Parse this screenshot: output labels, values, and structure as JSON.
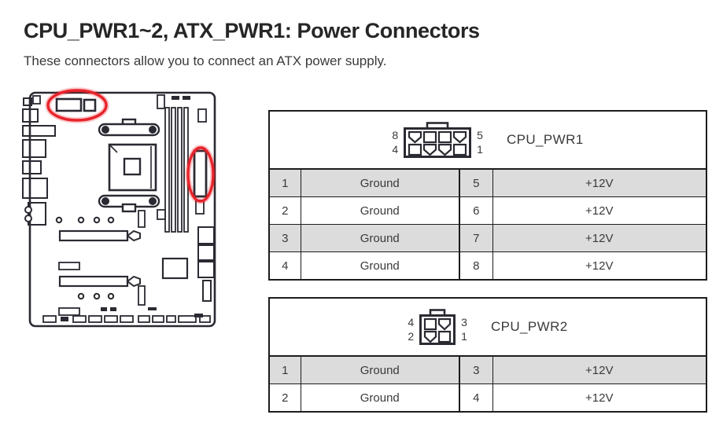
{
  "page": {
    "title": "CPU_PWR1~2, ATX_PWR1: Power Connectors",
    "subtitle": "These connectors allow you to connect an ATX power supply."
  },
  "colors": {
    "accent_red": "#e8232a",
    "row_gray": "#dcdcdc",
    "line_ink": "#2a2a32",
    "text": "#3a3a3a"
  },
  "diagram": {
    "description": "motherboard line drawing",
    "highlight_icons": [
      "cpu-power-location-circle",
      "atx-power-location-circle"
    ]
  },
  "connectors": [
    {
      "name": "CPU_PWR1",
      "pins": 8,
      "labels": {
        "top_left": "8",
        "bottom_left": "4",
        "top_right": "5",
        "bottom_right": "1"
      },
      "rows": [
        {
          "pin_l": "1",
          "sig_l": "Ground",
          "pin_r": "5",
          "sig_r": "+12V"
        },
        {
          "pin_l": "2",
          "sig_l": "Ground",
          "pin_r": "6",
          "sig_r": "+12V"
        },
        {
          "pin_l": "3",
          "sig_l": "Ground",
          "pin_r": "7",
          "sig_r": "+12V"
        },
        {
          "pin_l": "4",
          "sig_l": "Ground",
          "pin_r": "8",
          "sig_r": "+12V"
        }
      ]
    },
    {
      "name": "CPU_PWR2",
      "pins": 4,
      "labels": {
        "top_left": "4",
        "bottom_left": "2",
        "top_right": "3",
        "bottom_right": "1"
      },
      "rows": [
        {
          "pin_l": "1",
          "sig_l": "Ground",
          "pin_r": "3",
          "sig_r": "+12V"
        },
        {
          "pin_l": "2",
          "sig_l": "Ground",
          "pin_r": "4",
          "sig_r": "+12V"
        }
      ]
    }
  ]
}
